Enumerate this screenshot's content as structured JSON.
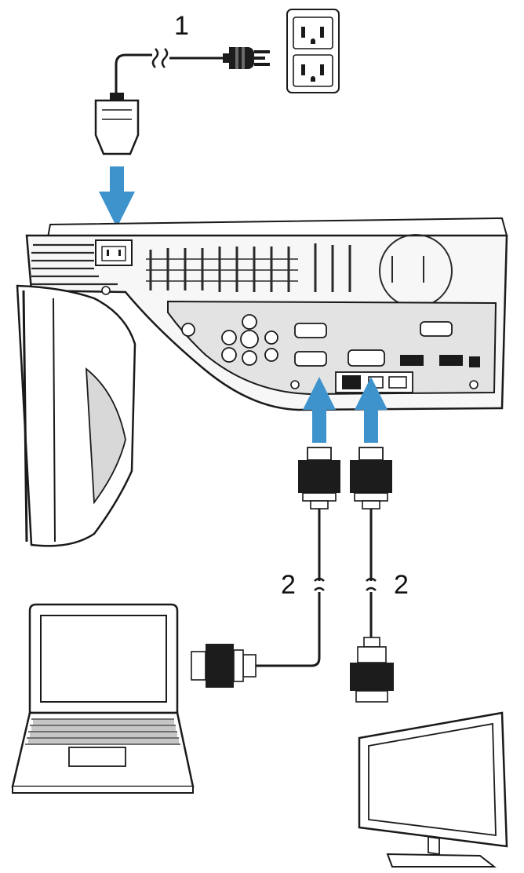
{
  "diagram": {
    "callouts": {
      "power_cable": "1",
      "vga_cable_left": "2",
      "vga_cable_right": "2"
    },
    "colors": {
      "arrow": "#3f93cc",
      "line": "#1a1a1a",
      "connector_body": "#1c1c1c",
      "projector_fill": "#f7f7f7"
    },
    "icons": [
      "wall-outlet-icon",
      "power-plug-icon",
      "iec-connector-icon",
      "projector-icon",
      "vga-connector-icon",
      "laptop-icon",
      "monitor-icon"
    ]
  }
}
